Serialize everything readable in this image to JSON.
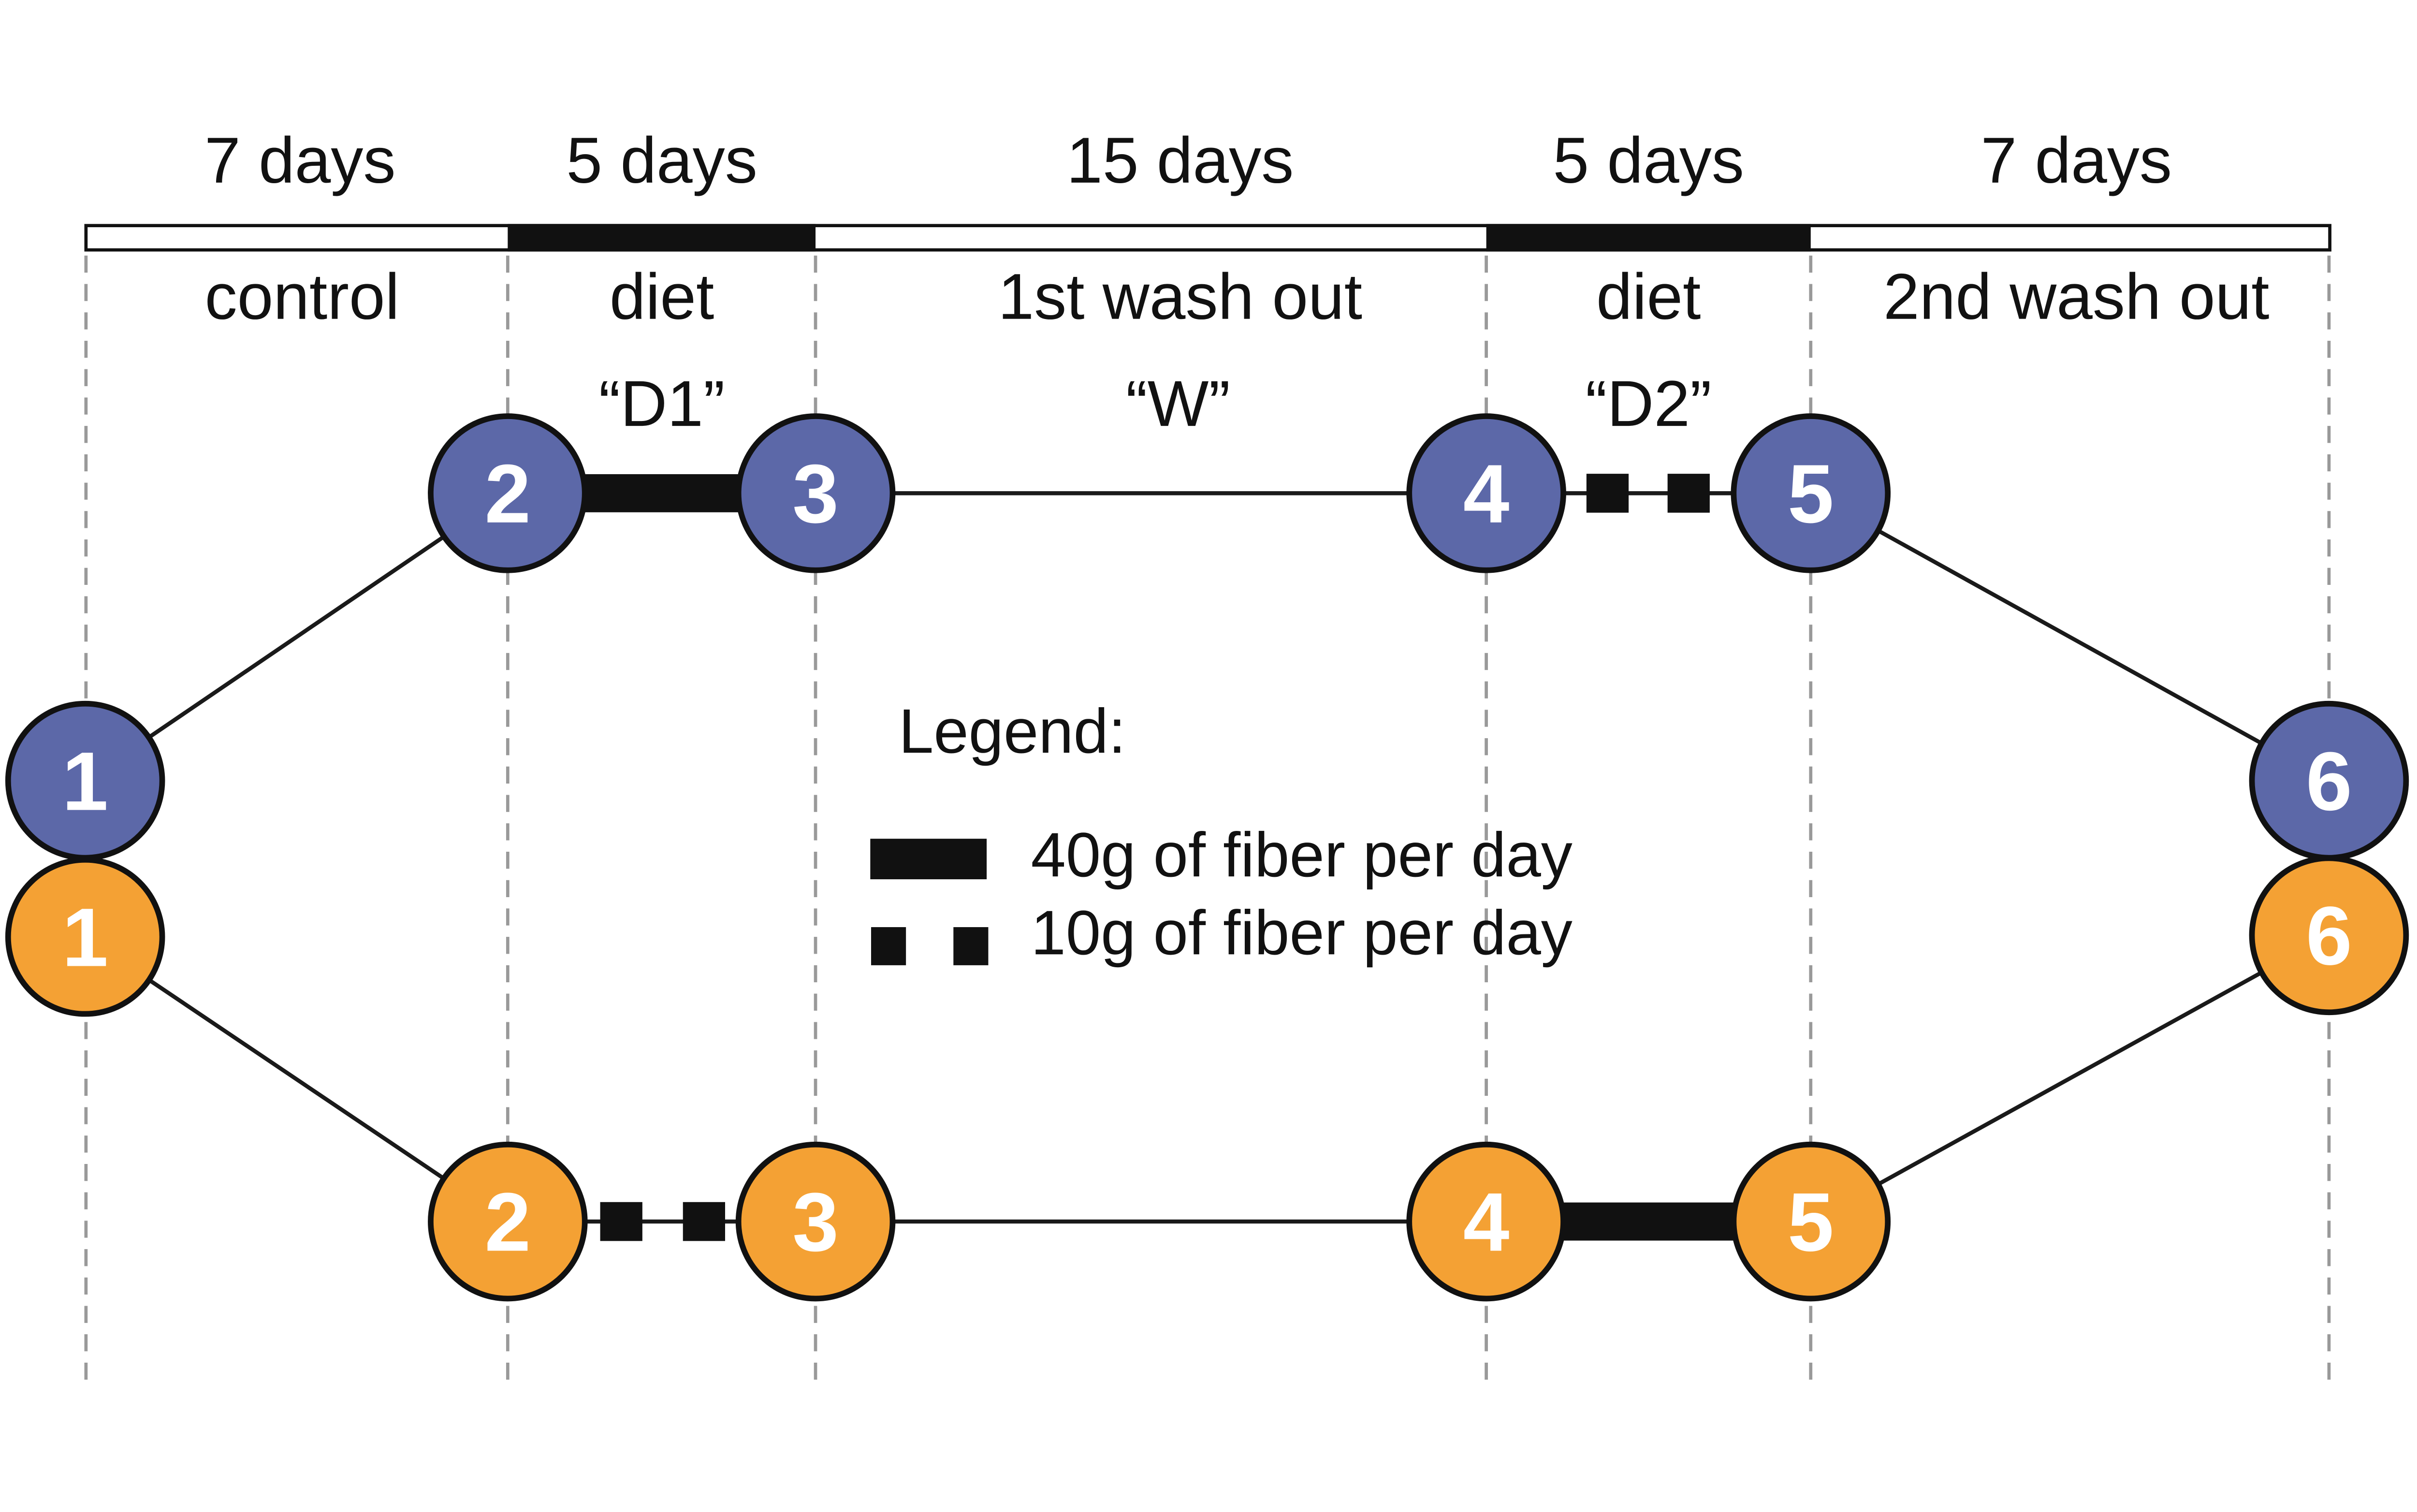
{
  "timeline": {
    "segments": [
      {
        "duration": "7 days",
        "phase": "control",
        "diet": false
      },
      {
        "duration": "5 days",
        "phase": "diet",
        "diet": true
      },
      {
        "duration": "15 days",
        "phase": "1st wash out",
        "diet": false
      },
      {
        "duration": "5 days",
        "phase": "diet",
        "diet": true
      },
      {
        "duration": "7 days",
        "phase": "2nd wash out",
        "diet": false
      }
    ]
  },
  "period_codes": {
    "d1": "“D1”",
    "w": "“W”",
    "d2": "“D2”"
  },
  "arms": {
    "upper": {
      "color": "#5C68A8",
      "visits": [
        "1",
        "2",
        "3",
        "4",
        "5",
        "6"
      ]
    },
    "lower": {
      "color": "#F4A134",
      "visits": [
        "1",
        "2",
        "3",
        "4",
        "5",
        "6"
      ]
    }
  },
  "legend": {
    "title": "Legend:",
    "items": [
      {
        "symbol": "solid-thick-bar",
        "label": "40g of fiber per day"
      },
      {
        "symbol": "dashed-thick-bar",
        "label": "10g of fiber per day"
      }
    ]
  },
  "colors": {
    "ink": "#111111",
    "guide_line": "#999999",
    "circle_number": "#ffffff"
  }
}
